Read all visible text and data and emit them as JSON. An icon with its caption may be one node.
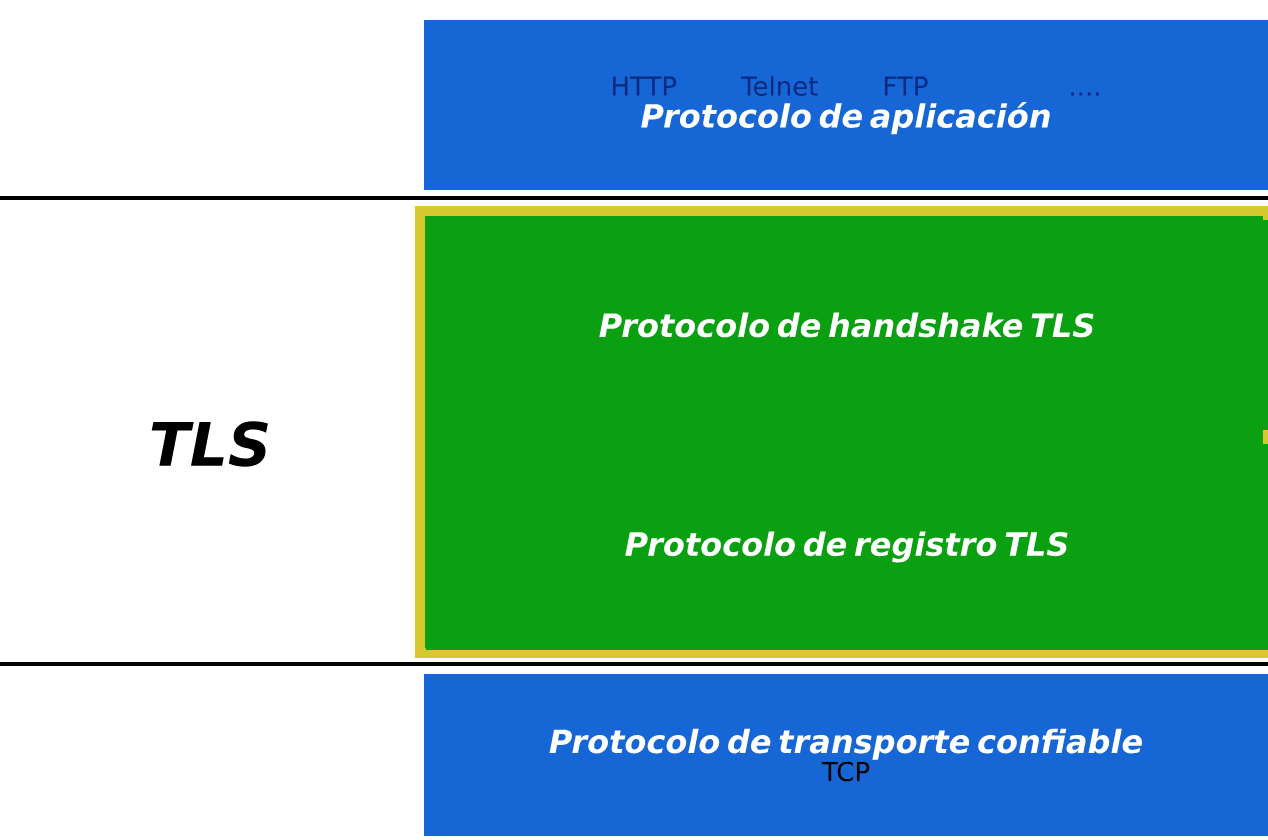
{
  "diagram": {
    "nodes": [
      {
        "text": [
          "HTTP",
          "Telnet",
          "FTP",
          "....",
          "Protocolo de aplicación"
        ]
      },
      {
        "text": [],
        "shape": "box"
      },
      {
        "text": [
          "Protocolo de handshake TLS"
        ],
        "in": 1
      },
      {
        "text": [
          "Protocolo de registro TLS"
        ],
        "in": 1
      },
      {
        "text": [
          "Protocolo de transporte confiable",
          "TCP"
        ]
      }
    ],
    "labels": [
      "TLS"
    ]
  }
}
